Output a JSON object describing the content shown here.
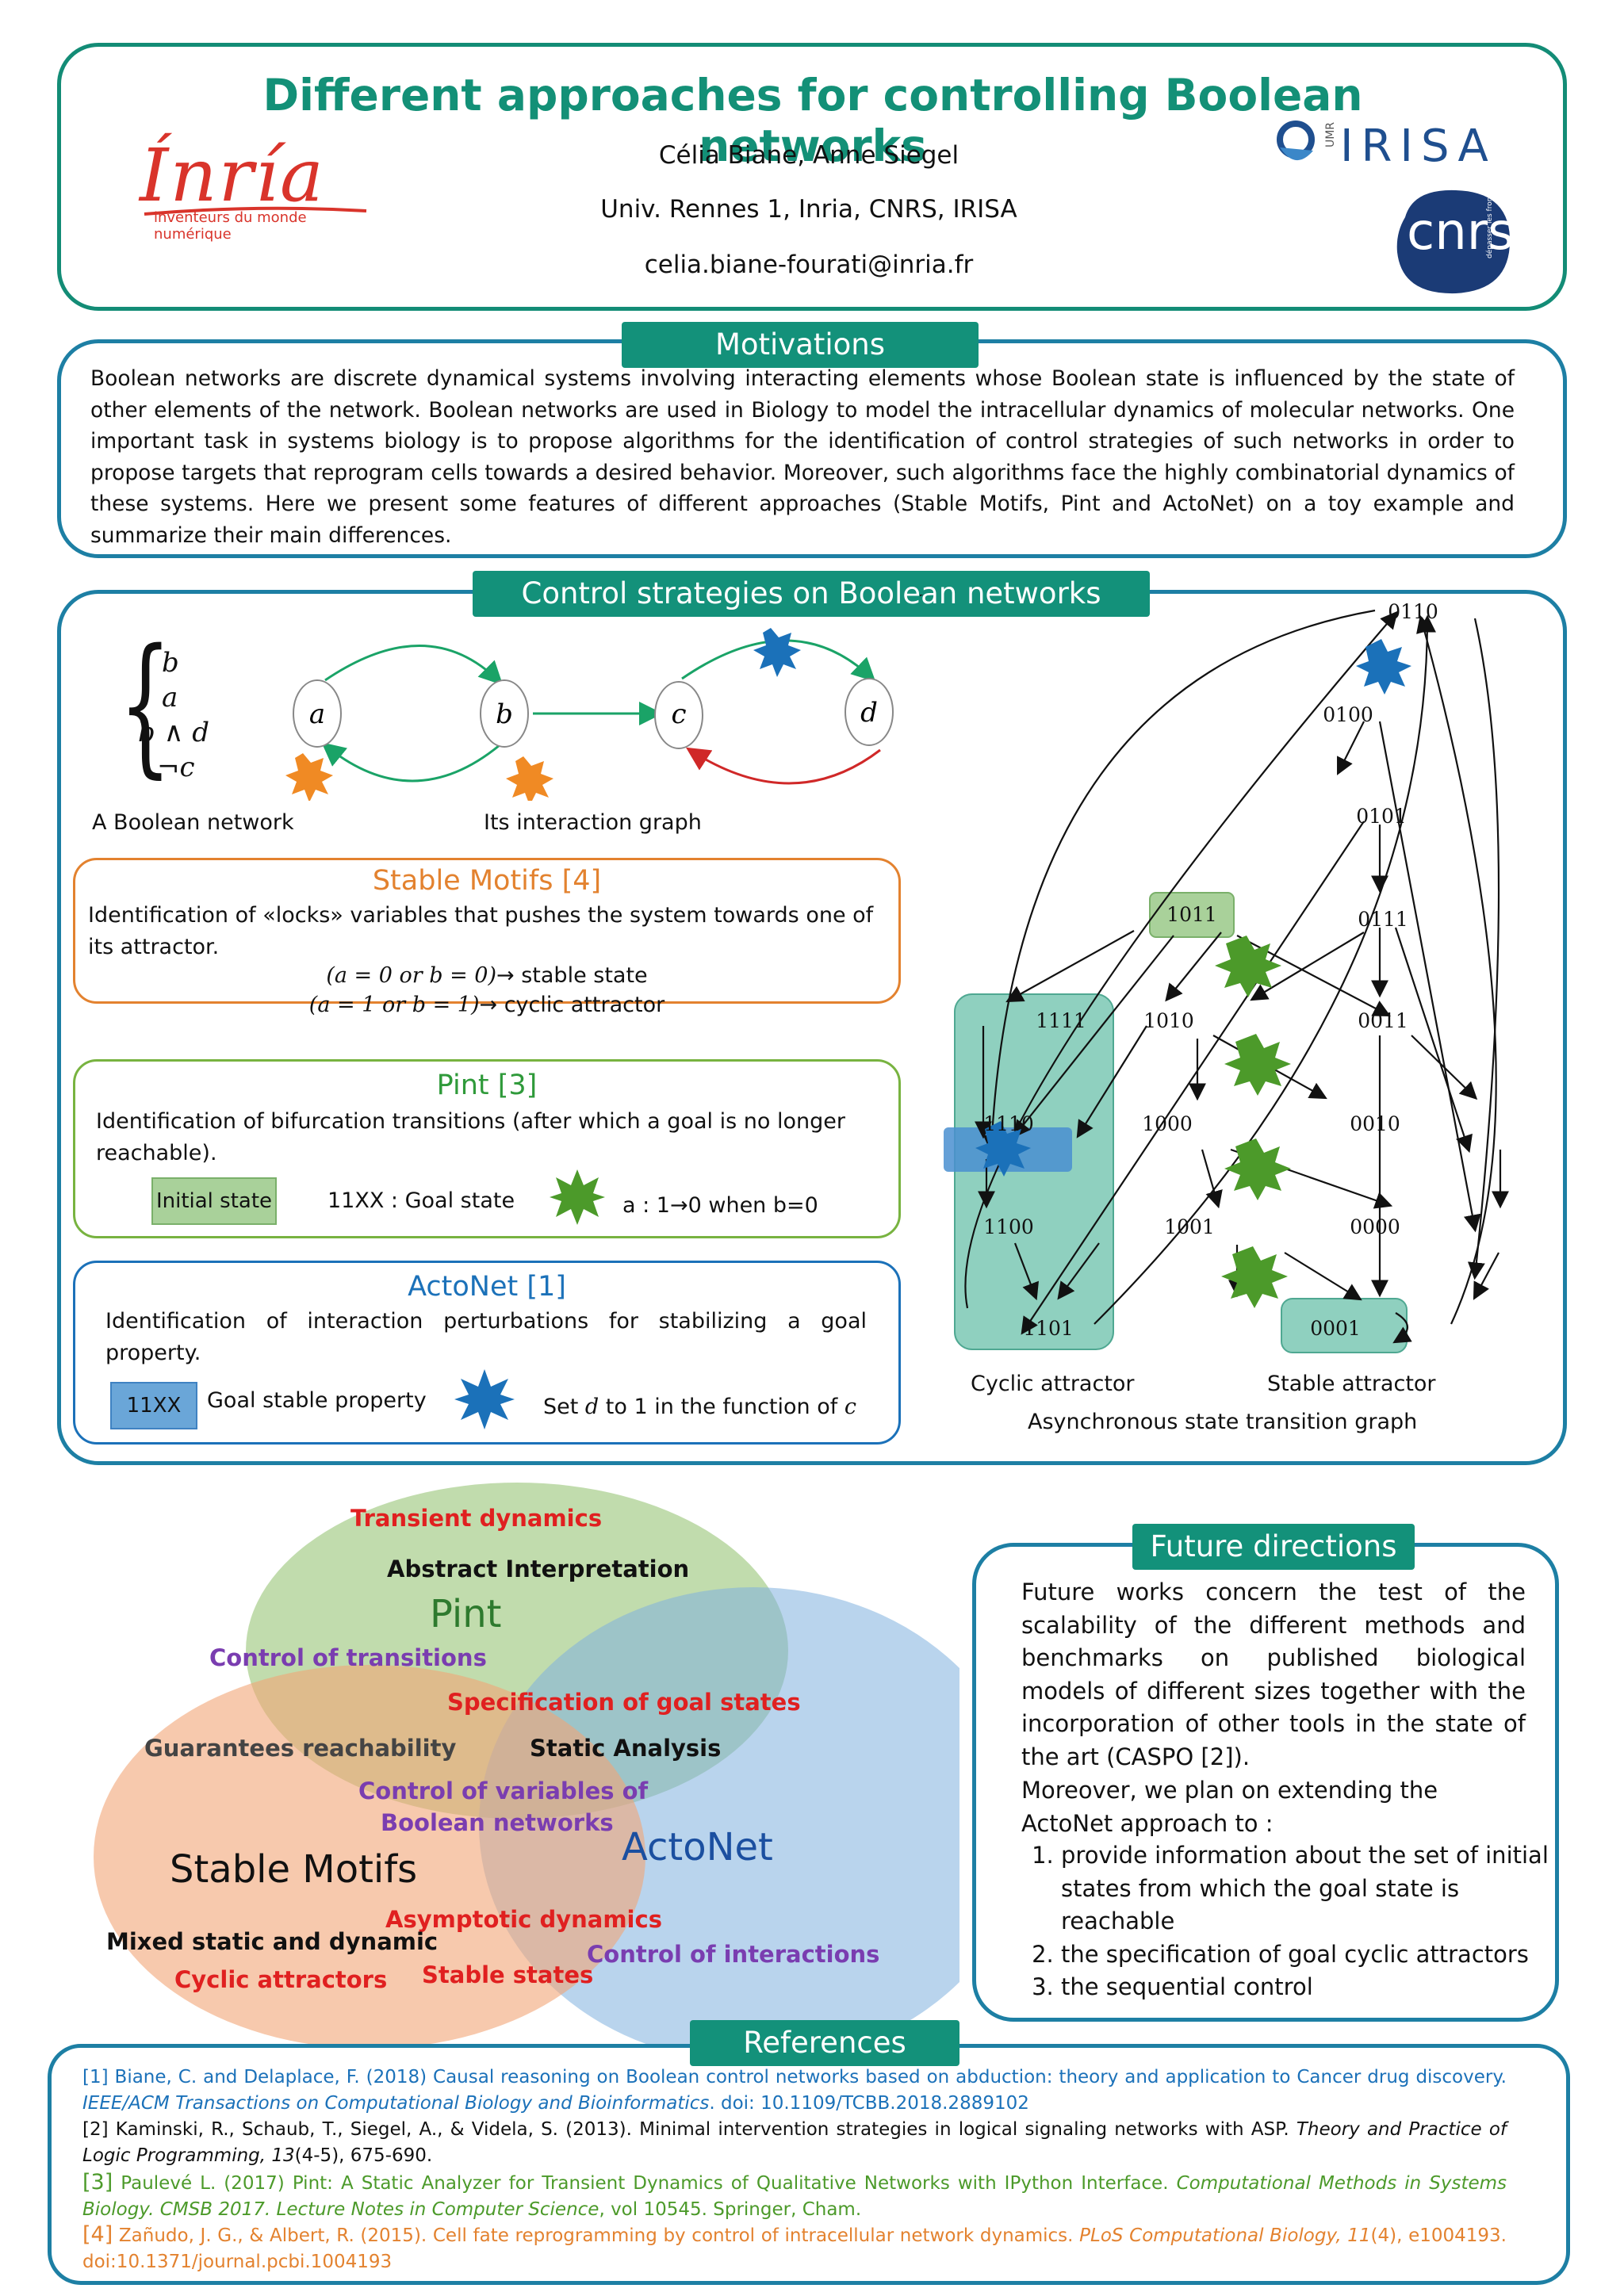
{
  "header": {
    "title": "Different approaches for controlling Boolean networks",
    "authors": "Célia Biane, Anne Siegel",
    "affiliation": "Univ. Rennes 1, Inria, CNRS, IRISA",
    "email": "celia.biane-fourati@inria.fr",
    "inria_logo": "Ínría",
    "inria_tagline": "inventeurs du monde numérique",
    "irisa_logo": "IRISA",
    "irisa_umr": "UMR",
    "cnrs_logo": "cnrs",
    "cnrs_tagline": "dépasser les frontières"
  },
  "motivations": {
    "label": "Motivations",
    "text": "Boolean networks are discrete dynamical systems involving interacting elements whose Boolean state is influenced by the state of other elements of the network. Boolean networks are used in Biology to model the intracellular dynamics of molecular networks. One important task in systems biology is to propose algorithms for the identification of control strategies of such networks in order to propose targets that reprogram cells towards a desired behavior. Moreover, such algorithms face the highly combinatorial dynamics of these systems. Here we present some features of different approaches (Stable Motifs, Pint and ActoNet) on a toy example and summarize their main differences."
  },
  "control": {
    "label": "Control strategies on Boolean networks",
    "system_lines": [
      "b",
      "a",
      "b ∧ d",
      "¬c"
    ],
    "network_caption": "A Boolean network",
    "graph_caption": "Its interaction graph",
    "nodes": [
      "a",
      "b",
      "c",
      "d"
    ],
    "stable_motifs": {
      "title": "Stable Motifs [4]",
      "text": "Identification of «locks» variables that pushes the system towards one of its attractor.",
      "line1_math": "(a = 0 or b = 0)",
      "line1_rest": "→ stable state",
      "line2_math": "(a = 1 or b = 1)",
      "line2_rest": "→ cyclic attractor"
    },
    "pint": {
      "title": "Pint [3]",
      "text": "Identification of bifurcation transitions (after which a goal is no longer reachable).",
      "initial_state": "Initial state",
      "goal_state": "11XX : Goal state",
      "transition": "a : 1→0 when b=0"
    },
    "actonet": {
      "title": "ActoNet [1]",
      "text": "Identification of interaction perturbations for stabilizing a goal property.",
      "badge": "11XX",
      "goal": "Goal stable property",
      "action_pre": "Set ",
      "action_d": "d",
      "action_mid": " to 1 in the function of ",
      "action_c": "c"
    },
    "states": [
      "0110",
      "0100",
      "0101",
      "1011",
      "0111",
      "1111",
      "1010",
      "0011",
      "1110",
      "1000",
      "0010",
      "1100",
      "1001",
      "0000",
      "1101",
      "0001"
    ],
    "cyclic_caption": "Cyclic attractor",
    "stable_caption": "Stable attractor",
    "stg_caption": "Asynchronous state transition graph"
  },
  "venn": {
    "pint": "Pint",
    "stable_motifs": "Stable Motifs",
    "actonet": "ActoNet",
    "transient": "Transient dynamics",
    "abstract": "Abstract Interpretation",
    "control_transitions": "Control of transitions",
    "specification": "Specification of goal states",
    "guarantees": "Guarantees reachability",
    "static": "Static Analysis",
    "control_vars_1": "Control of variables of",
    "control_vars_2": "Boolean networks",
    "asymptotic": "Asymptotic dynamics",
    "mixed": "Mixed static and dynamic",
    "cyclic": "Cyclic attractors",
    "stable_states": "Stable states",
    "control_interactions": "Control of interactions"
  },
  "future": {
    "label": "Future directions",
    "p1": "Future works concern the test of the scalability of the different methods and benchmarks on published biological models of different sizes together with the incorporation of other tools in the state of the art (CASPO [2]).",
    "p2": "Moreover, we plan on extending the ActoNet approach to :",
    "items": [
      "provide information about the set of initial states from which the goal state is reachable",
      "the specification of goal cyclic attractors",
      "the sequential control"
    ]
  },
  "references": {
    "label": "References",
    "r1_tag": "[1]",
    "r1_main": " Biane, C. and Delaplace, F. (2018) Causal reasoning on Boolean control networks based on abduction: theory and application to Cancer drug discovery. ",
    "r1_journal": "IEEE/ACM Transactions on Computational Biology and Bioinformatics",
    "r1_end": ". doi: 10.1109/TCBB.2018.2889102",
    "r2_tag": "[2]",
    "r2_main": " Kaminski, R., Schaub, T., Siegel, A., & Videla, S. (2013). Minimal intervention strategies in logical signaling networks with ASP. ",
    "r2_journal": "Theory and Practice of Logic Programming",
    "r2_vol": ", 13",
    "r2_end": "(4-5), 675-690.",
    "r3_tag": "[3]",
    "r3_main": " Paulevé L. (2017) Pint: A Static Analyzer for Transient Dynamics of Qualitative Networks with IPython Interface. ",
    "r3_journal": "Computational Methods in Systems Biology. CMSB 2017. Lecture Notes in Computer Science",
    "r3_end": ", vol 10545. Springer, Cham.",
    "r4_tag": "[4]",
    "r4_main": " Zañudo, J. G., & Albert, R. (2015). Cell fate reprogramming by control of intracellular network dynamics. ",
    "r4_journal": "PLoS Computational Biology",
    "r4_vol": ", 11",
    "r4_end": "(4), e1004193. doi:10.1371/journal.pcbi.1004193"
  },
  "colors": {
    "teal": "#13917a",
    "frame_blue": "#1d7fa4",
    "orange": "#e3822f",
    "green": "#78b340",
    "blue": "#1b71b9",
    "red": "#e02020",
    "purple": "#7a3db0"
  }
}
